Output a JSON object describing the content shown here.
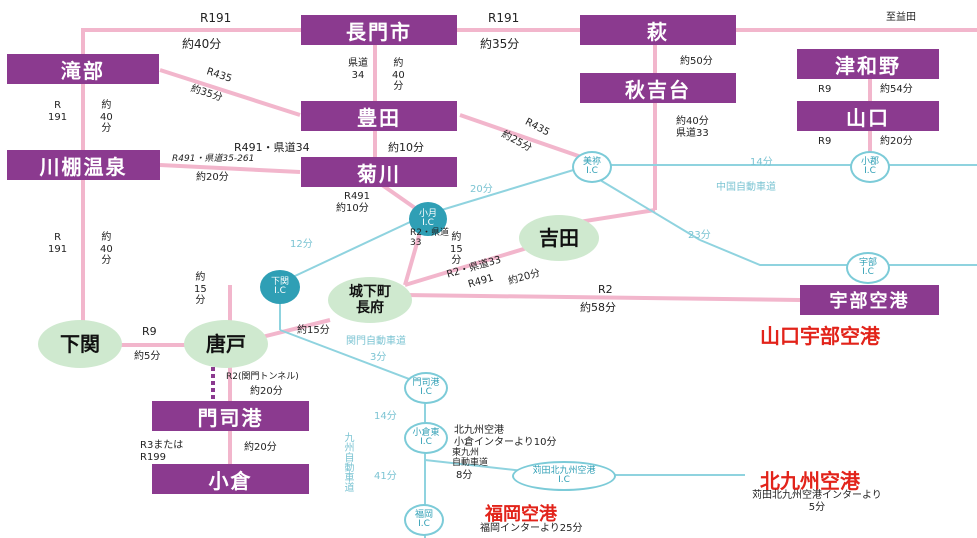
{
  "colors": {
    "road": "#f0b3c9",
    "expressway": "#8fd3df",
    "city_box": "#8b3a8f",
    "city_text": "#ffffff",
    "circle": "#cfe9cf",
    "airport_red": "#e2231a",
    "ic_text": "#2f9fb5"
  },
  "places": {
    "nagato": "長門市",
    "hagi": "萩",
    "takibe": "滝部",
    "akiyoshidai": "秋吉台",
    "tsuwano": "津和野",
    "yamaguchi": "山口",
    "toyota": "豊田",
    "kawatana": "川棚温泉",
    "kikugawa": "菊川",
    "yoshida": "吉田",
    "ube_airport": "宇部空港",
    "shimonoseki": "下関",
    "karato": "唐戸",
    "jokamachi": "城下町\n長府",
    "mojiko": "門司港",
    "kokura": "小倉"
  },
  "ic": {
    "mine": "美祢\nI.C",
    "ogori": "小郡\nI.C",
    "ube": "宇部\nI.C",
    "kozuki": "小月\nI.C",
    "shimonoseki": "下関\nI.C",
    "moji": "門司港\nI.C",
    "kokura": "小倉東\nI.C",
    "kitakyushu": "苅田北九州空港\nI.C",
    "fukuoka": "福岡\nI.C"
  },
  "airports": {
    "yamaguchi_ube": "山口宇部空港",
    "kitakyushu": "北九州空港",
    "kitakyushu_note": "苅田北九州空港インターより\n5分",
    "fukuoka": "福岡空港",
    "fukuoka_note": "福岡インターより25分"
  },
  "labels": {
    "r191_top": "R191",
    "r191_top_t": "約40分",
    "r191_mid": "R191",
    "r191_mid_t": "約35分",
    "masuda": "至益田",
    "r435_a": "R435",
    "r435_a_t": "約35分",
    "kendo34": "県道\n34",
    "kendo34_t": "約\n40\n分",
    "hagi_aki_t": "約50分",
    "tsuwano_r": "R9",
    "tsuwano_t": "約54分",
    "r191_left": "R\n191",
    "r191_left_t": "約\n40\n分",
    "r491_34": "R491・県道34",
    "r491_34_t": "約10分",
    "r435_b": "R435",
    "r435_b_t": "約25分",
    "aki_t1": "約40分",
    "aki_t2": "県道33",
    "yama_r": "R9",
    "yama_t": "約20分",
    "r491_35": "R491・県道35-261",
    "r491_35_t": "約20分",
    "r491": "R491",
    "r491_t": "約10分",
    "ex_14": "14分",
    "ex_chugoku": "中国自動車道",
    "ex_20": "20分",
    "ex_23": "23分",
    "ex_12": "12分",
    "r2_kendo": "R2・県道\n33",
    "r2_kendo_t": "約\n15\n分",
    "r191_low": "R\n191",
    "r191_low_t": "約\n40\n分",
    "r2_33": "R2・県道33",
    "r491b": "R491",
    "r491b_t": "約20分",
    "r2": "R2",
    "r2_t": "約58分",
    "karato_t": "約\n15\n分",
    "r9": "R9",
    "r9_t": "約5分",
    "r15": "約15分",
    "kanmon": "関門自動車道",
    "kanmon_t": "3分",
    "r2_tunnel": "R2(関門トンネル)",
    "r2_tunnel_t": "約20分",
    "ex_14b": "14分",
    "kokura_note": "北九州空港\n小倉インターより10分",
    "higashi": "東九州\n自動車道",
    "higashi_t": "8分",
    "kyushu": "九州自動車道",
    "ex_41": "41分",
    "r3": "R3または\nR199",
    "r3_t": "約20分"
  }
}
